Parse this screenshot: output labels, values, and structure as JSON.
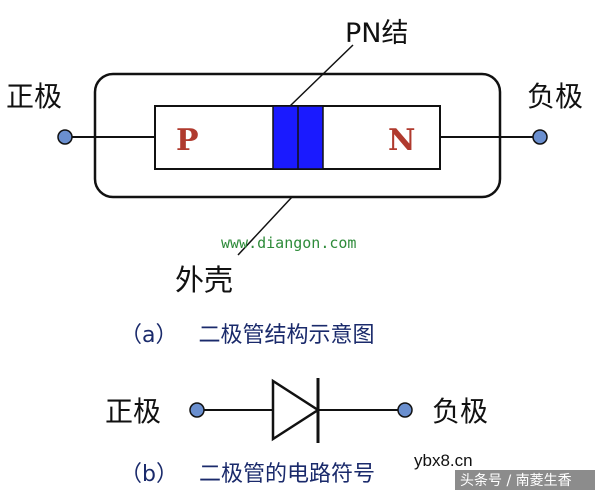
{
  "diagram_a": {
    "pn_junction_label": "PN结",
    "anode_label": "正极",
    "cathode_label": "负极",
    "p_region_label": "P",
    "n_region_label": "N",
    "website": "www.diangon.com",
    "case_label": "外壳",
    "caption": "（a）   二极管结构示意图"
  },
  "diagram_b": {
    "anode_label": "正极",
    "cathode_label": "负极",
    "caption": "（b）   二极管的电路符号"
  },
  "watermarks": {
    "site": "ybx8.cn",
    "source": "头条号 / 南菱生香"
  },
  "colors": {
    "junction_blue": "#1a1aff",
    "terminal_fill": "#6a8fcf",
    "caption_navy": "#1a2a6b",
    "letter_red": "#b03a2e",
    "url_green": "#2e8b3a"
  }
}
